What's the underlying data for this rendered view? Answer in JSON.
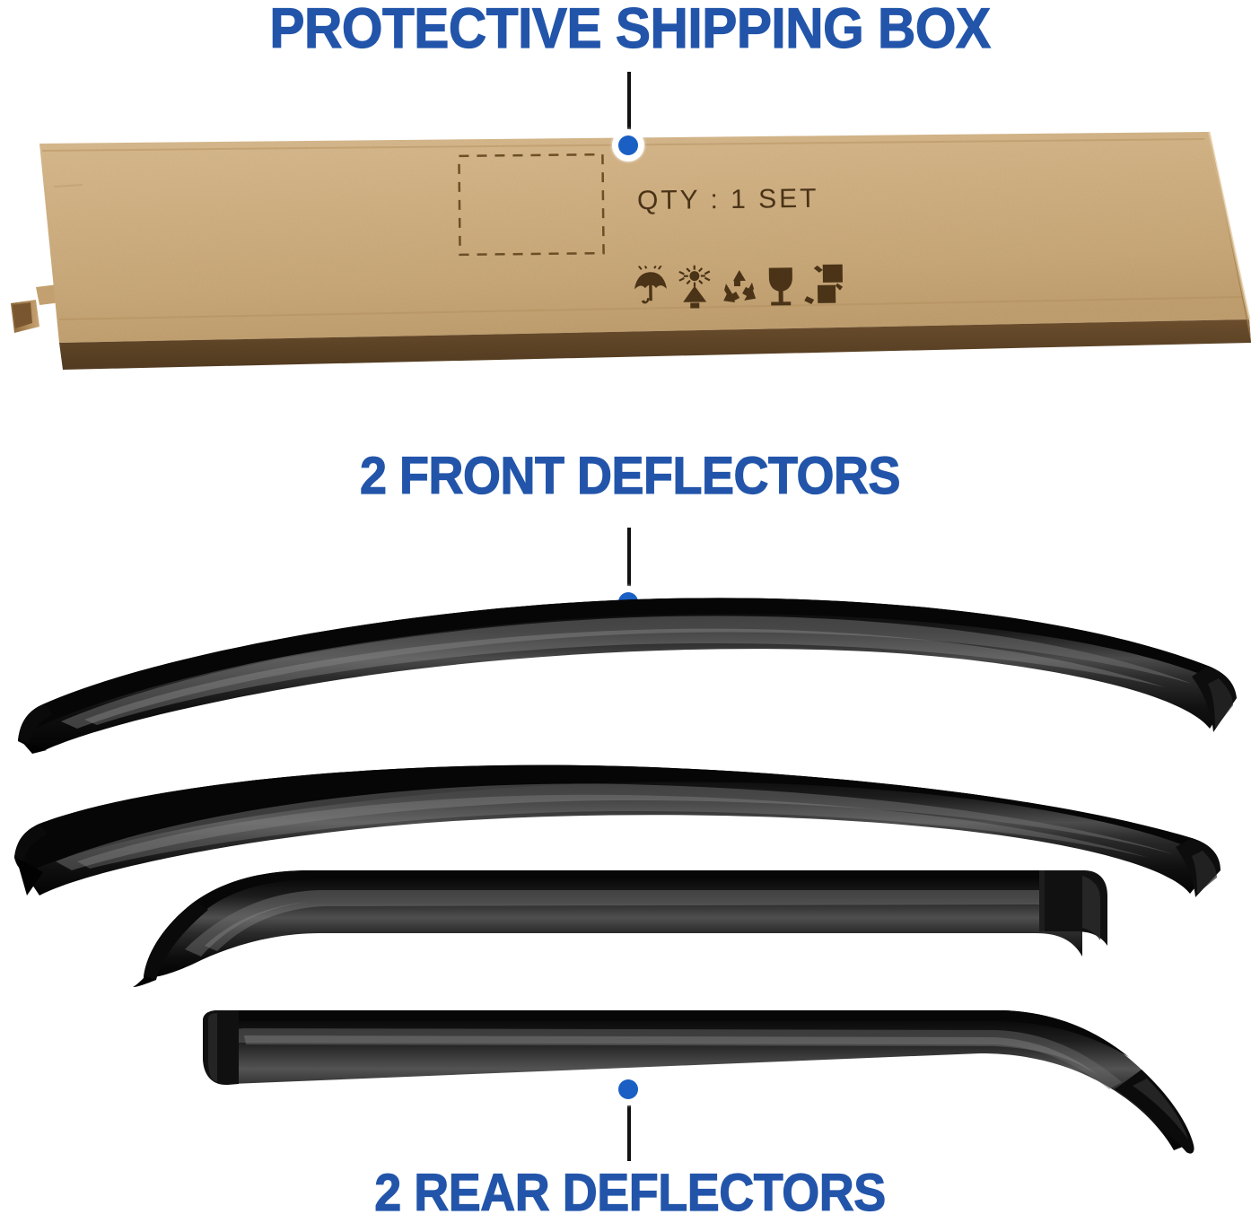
{
  "headings": {
    "top": "PROTECTIVE SHIPPING BOX",
    "front": "2 FRONT DEFLECTORS",
    "rear": "2 REAR DEFLECTORS"
  },
  "box": {
    "quantity_text": "QTY : 1 SET",
    "label_placeholder": "",
    "colors": {
      "top_face": "#cdad7d",
      "side_face": "#5f4529",
      "print": "#4a3317"
    },
    "shipping_symbols": [
      "keep-dry-umbrella-icon",
      "protect-from-heat-sun-icon",
      "recycle-icon",
      "fragile-glass-icon",
      "handle-with-care-icon"
    ]
  },
  "callouts": [
    {
      "id": "box",
      "target": "protective-shipping-box",
      "dot_color": "#1a5fc4"
    },
    {
      "id": "front",
      "target": "front-deflector",
      "dot_color": "#1a5fc4"
    },
    {
      "id": "rear",
      "target": "rear-deflector",
      "dot_color": "#1a5fc4"
    }
  ],
  "deflectors": {
    "accent_color": "#2255aa",
    "body_color": "#0c0c0c",
    "items": [
      {
        "position": "front-left",
        "label": "front deflector 1"
      },
      {
        "position": "front-right",
        "label": "front deflector 2"
      },
      {
        "position": "rear-left",
        "label": "rear deflector 1"
      },
      {
        "position": "rear-right",
        "label": "rear deflector 2"
      }
    ]
  },
  "theme": {
    "background": "#ffffff",
    "accent_blue": "#2255aa",
    "dot_blue": "#1a5fc4"
  }
}
